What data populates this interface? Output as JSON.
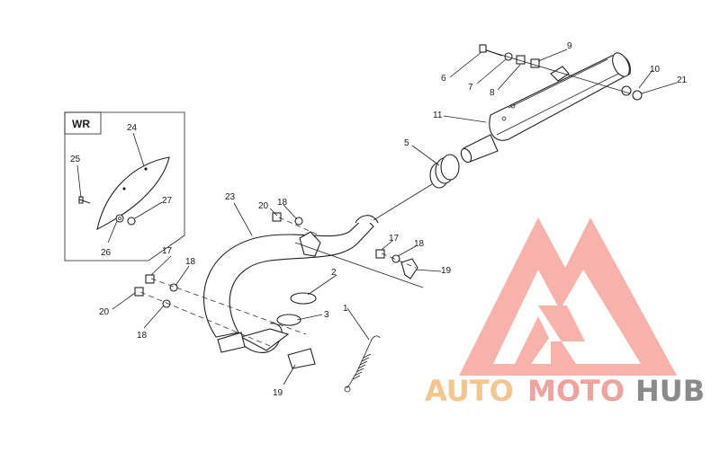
{
  "inset": {
    "label": "WR"
  },
  "callouts": [
    {
      "id": "c1",
      "text": "1"
    },
    {
      "id": "c2",
      "text": "2"
    },
    {
      "id": "c3",
      "text": "3"
    },
    {
      "id": "c5",
      "text": "5"
    },
    {
      "id": "c6",
      "text": "6"
    },
    {
      "id": "c7",
      "text": "7"
    },
    {
      "id": "c8",
      "text": "8"
    },
    {
      "id": "c9",
      "text": "9"
    },
    {
      "id": "c10",
      "text": "10"
    },
    {
      "id": "c11",
      "text": "11"
    },
    {
      "id": "c17a",
      "text": "17"
    },
    {
      "id": "c17b",
      "text": "17"
    },
    {
      "id": "c18a",
      "text": "18"
    },
    {
      "id": "c18b",
      "text": "18"
    },
    {
      "id": "c18c",
      "text": "18"
    },
    {
      "id": "c18d",
      "text": "18"
    },
    {
      "id": "c19a",
      "text": "19"
    },
    {
      "id": "c19b",
      "text": "19"
    },
    {
      "id": "c20a",
      "text": "20"
    },
    {
      "id": "c20b",
      "text": "20"
    },
    {
      "id": "c21",
      "text": "21"
    },
    {
      "id": "c23",
      "text": "23"
    },
    {
      "id": "c24",
      "text": "24"
    },
    {
      "id": "c25",
      "text": "25"
    },
    {
      "id": "c26",
      "text": "26"
    },
    {
      "id": "c27",
      "text": "27"
    }
  ],
  "watermark": {
    "part1": "AUTO",
    "part2": "MOTO",
    "part3": "HUB",
    "colors": {
      "auto": "#f4c58c",
      "moto": "#f0a29c",
      "hub": "#8a8a8a",
      "logo": "#f08a80"
    }
  }
}
